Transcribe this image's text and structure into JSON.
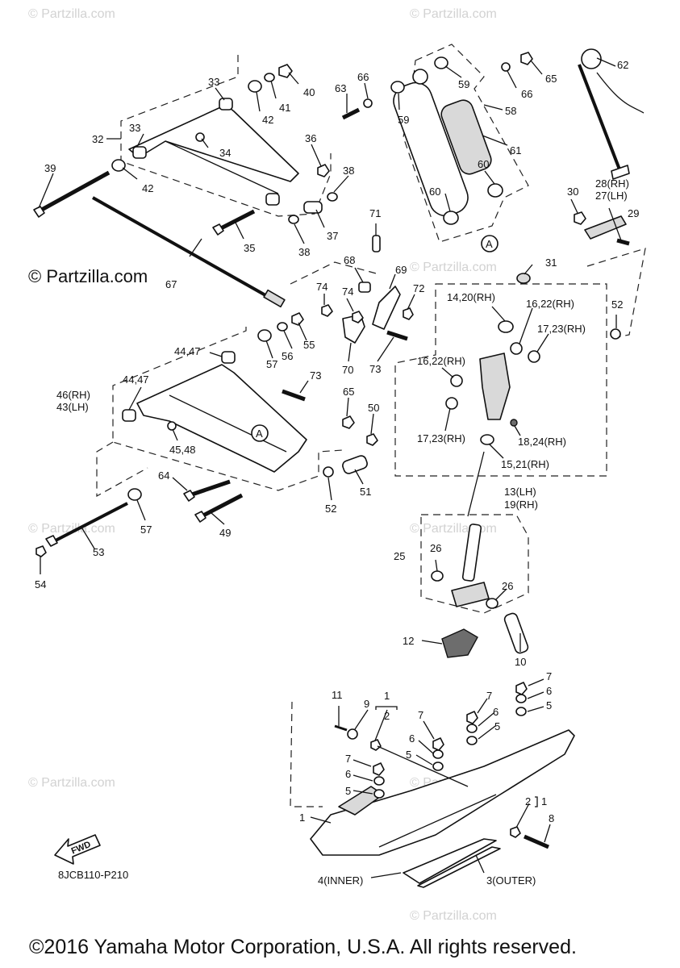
{
  "watermarks": [
    "© Partzilla.com",
    "© Partzilla.com",
    "© Partzilla.com",
    "© Partzilla.com",
    "© Partzilla.com",
    "© Partzilla.com",
    "© Partzilla.com",
    "© Partzilla.com"
  ],
  "brand_watermark": "© Partzilla.com",
  "diagram_code": "8JCB110-P210",
  "fwd_label": "FWD",
  "copyright": "©2016 Yamaha Motor Corporation, U.S.A. All rights reserved.",
  "callouts": {
    "p1a": "1",
    "p1b": "1",
    "p1c": "1",
    "p2a": "2",
    "p2b": "2",
    "p3": "3(OUTER)",
    "p4": "4(INNER)",
    "p5a": "5",
    "p5b": "5",
    "p5c": "5",
    "p5d": "5",
    "p6a": "6",
    "p6b": "6",
    "p6c": "6",
    "p6d": "6",
    "p7a": "7",
    "p7b": "7",
    "p7c": "7",
    "p7d": "7",
    "p8": "8",
    "p9": "9",
    "p10": "10",
    "p11": "11",
    "p12": "12",
    "p13": "13(LH)",
    "p19": "19(RH)",
    "p1420": "14,20(RH)",
    "p1521": "15,21(RH)",
    "p1622a": "16,22(RH)",
    "p1622b": "16,22(RH)",
    "p1723a": "17,23(RH)",
    "p1723b": "17,23(RH)",
    "p1824": "18,24(RH)",
    "p25": "25",
    "p26a": "26",
    "p26b": "26",
    "p28": "28(RH)",
    "p27": "27(LH)",
    "p29": "29",
    "p30": "30",
    "p31": "31",
    "p32": "32",
    "p33a": "33",
    "p33b": "33",
    "p34": "34",
    "p35": "35",
    "p36": "36",
    "p37": "37",
    "p38a": "38",
    "p38b": "38",
    "p39": "39",
    "p40": "40",
    "p41": "41",
    "p42a": "42",
    "p42b": "42",
    "p4447a": "44,47",
    "p4447b": "44,47",
    "p4548": "45,48",
    "p46": "46(RH)",
    "p43": "43(LH)",
    "p49": "49",
    "p50": "50",
    "p51": "51",
    "p52a": "52",
    "p52b": "52",
    "p53": "53",
    "p54": "54",
    "p55": "55",
    "p56": "56",
    "p57a": "57",
    "p57b": "57",
    "p58": "58",
    "p59a": "59",
    "p59b": "59",
    "p60a": "60",
    "p60b": "60",
    "p61": "61",
    "p62": "62",
    "p63": "63",
    "p64": "64",
    "p65a": "65",
    "p65b": "65",
    "p66a": "66",
    "p66b": "66",
    "p67": "67",
    "p68": "68",
    "p69": "69",
    "p70": "70",
    "p71": "71",
    "p72": "72",
    "p73a": "73",
    "p73b": "73",
    "p74a": "74",
    "p74b": "74",
    "refA1": "A",
    "refA2": "A"
  }
}
